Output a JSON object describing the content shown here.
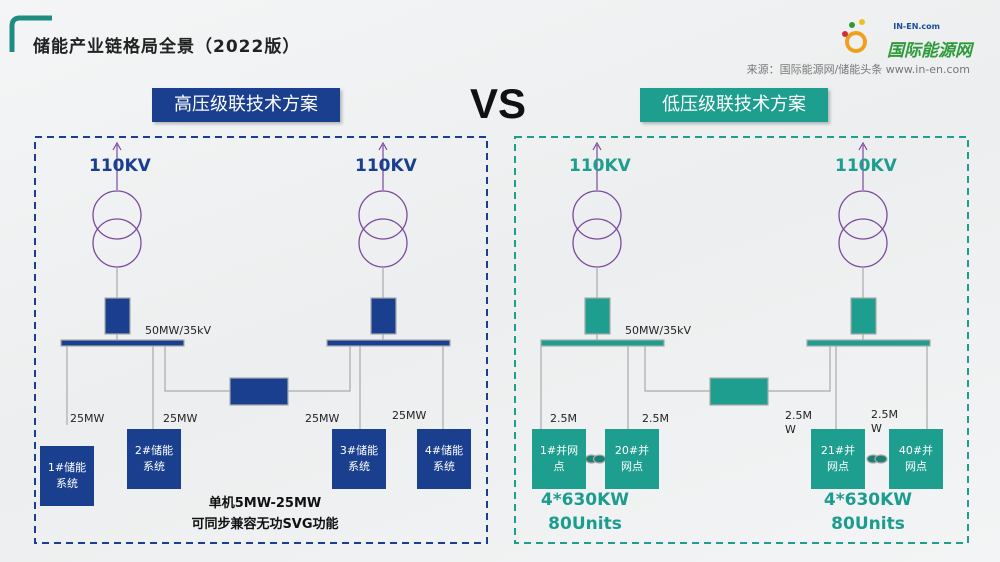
{
  "header": {
    "title": "储能产业链格局全景（2022版）",
    "source": "来源：国际能源网/储能头条 www.in-en.com",
    "logo_text": "国际能源网",
    "logo_sub": "IN-EN.com"
  },
  "vs": "VS",
  "colors": {
    "blue": "#1a3f8f",
    "teal": "#1e9e8e",
    "purple": "#7b4a9e"
  },
  "high": {
    "label": "高压级联技术方案",
    "kv_left": "110KV",
    "kv_right": "110KV",
    "bus": "50MW/35kV",
    "feeders": [
      "25MW",
      "25MW",
      "25MW",
      "25MW"
    ],
    "units": [
      "1#储能系统",
      "2#储能系统",
      "3#储能系统",
      "4#储能系统"
    ],
    "note_line1": "单机5MW-25MW",
    "note_line2": "可同步兼容无功SVG功能"
  },
  "low": {
    "label": "低压级联技术方案",
    "kv_left": "110KV",
    "kv_right": "110KV",
    "bus": "50MW/35kV",
    "feeders": [
      "2.5M",
      "2.5M",
      "2.5M W",
      "2.5M W"
    ],
    "units": [
      "1#并网点",
      "20#并网点",
      "21#并网点",
      "40#并网点"
    ],
    "group_left": {
      "power": "4*630KW",
      "units": "80Units"
    },
    "group_right": {
      "power": "4*630KW",
      "units": "80Units"
    }
  }
}
